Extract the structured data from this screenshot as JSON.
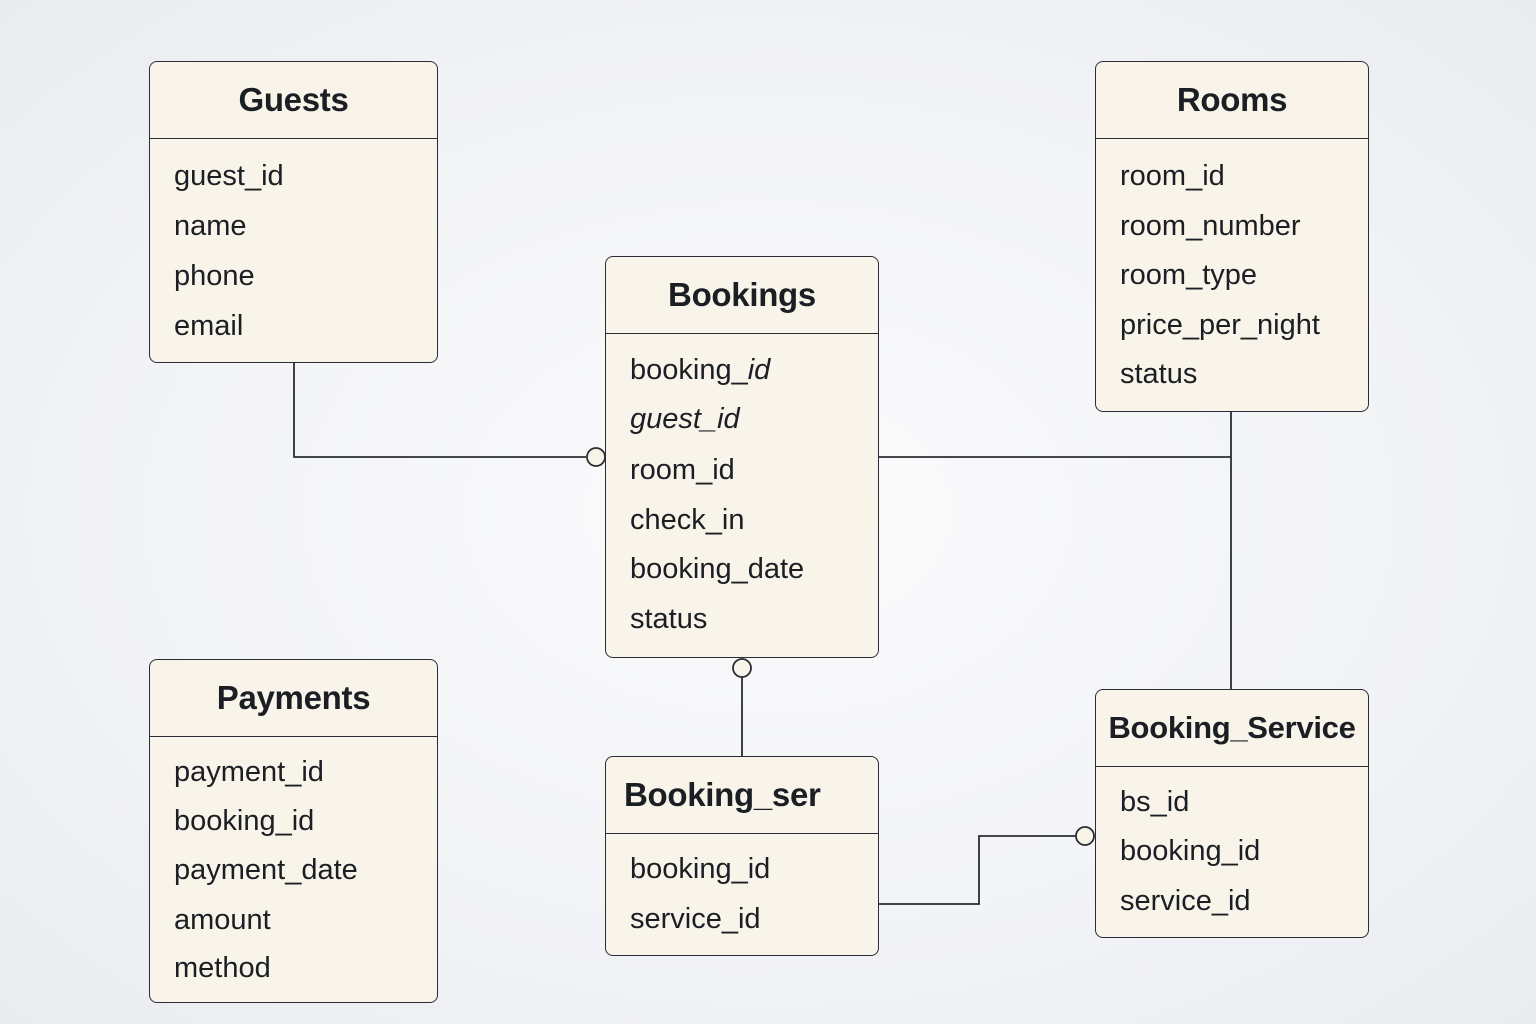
{
  "entities": {
    "guests": {
      "title": "Guests",
      "fields": [
        "guest_id",
        "name",
        "phone",
        "email"
      ]
    },
    "rooms": {
      "title": "Rooms",
      "fields": [
        "room_id",
        "room_number",
        "room_type",
        "price_per_night",
        "status"
      ]
    },
    "bookings": {
      "title": "Bookings",
      "fields": [
        "booking_",
        "guest_id",
        "room_id",
        "check_in",
        "booking_date",
        "status"
      ],
      "field0_italic_suffix": "id"
    },
    "payments": {
      "title": "Payments",
      "fields": [
        "payment_id",
        "booking_id",
        "payment_date",
        "amount",
        "method"
      ]
    },
    "booking_ser": {
      "title": "Booking_ser",
      "fields": [
        "booking_id",
        "service_id"
      ]
    },
    "booking_service": {
      "title": "Booking_Service",
      "fields": [
        "bs_id",
        "booking_id",
        "service_id"
      ]
    }
  },
  "colors": {
    "line": "#2a2d33",
    "box_fill": "#f8f4ea",
    "background": "#f2f3f6"
  }
}
